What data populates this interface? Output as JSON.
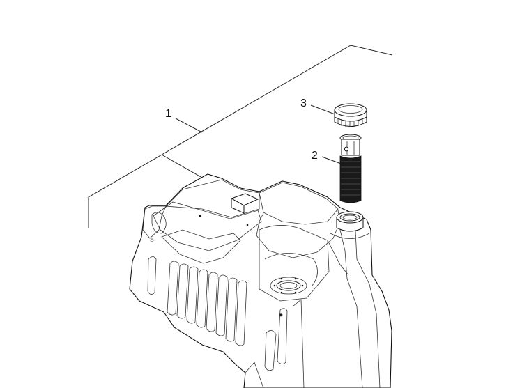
{
  "callouts": [
    {
      "id": "tank",
      "label": "1"
    },
    {
      "id": "strainer",
      "label": "2"
    },
    {
      "id": "cap",
      "label": "3"
    }
  ],
  "colors": {
    "line": "#111111",
    "background": "#ffffff"
  }
}
